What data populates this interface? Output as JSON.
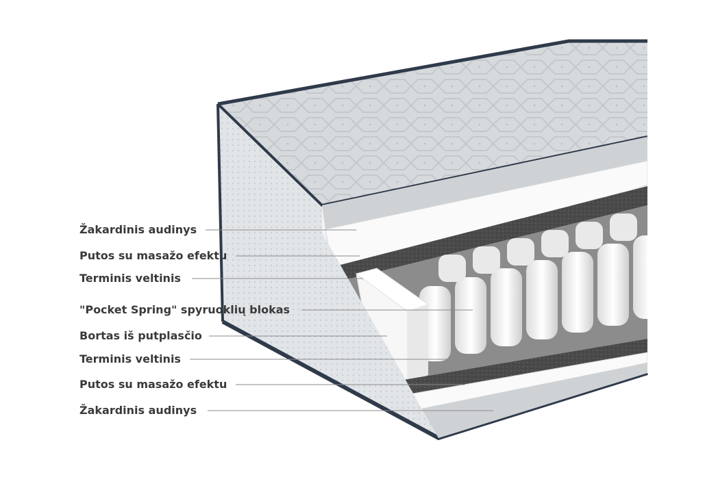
{
  "labels": [
    {
      "text": "Žakardinis audinys"
    },
    {
      "text": "Putos su masažo efektu"
    },
    {
      "text": "Terminis veltinis"
    },
    {
      "text": "\"Pocket Spring\" spyruoklių blokas"
    },
    {
      "text": "Bortas iš putplasčio"
    },
    {
      "text": "Terminis veltinis"
    },
    {
      "text": "Putos su masažo efektu"
    },
    {
      "text": "Žakardinis audinys"
    }
  ],
  "colors": {
    "label_text": "#3a3a3a",
    "leader_line": "#8a8a8a",
    "fabric": "#d9dcdf",
    "piping": "#2f3a4a",
    "felt": "#4d4d4d",
    "foam": "#f4f4f4"
  }
}
